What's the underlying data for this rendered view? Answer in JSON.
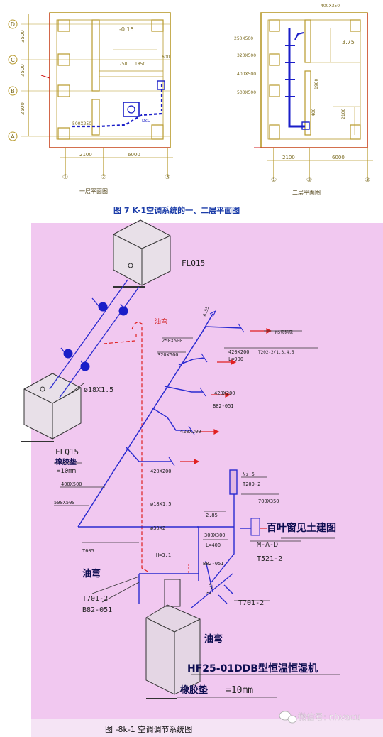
{
  "top": {
    "caption": "图 7 K-1空调系统的一、二层平面图",
    "plan1": {
      "title": "一层平面图",
      "row_labels": [
        "D",
        "C",
        "B",
        "A"
      ],
      "row_dims": [
        "3500",
        "3500",
        "2500"
      ],
      "col_labels": [
        "①",
        "②",
        "③"
      ],
      "col_dims": [
        "2100",
        "6000"
      ],
      "level": "-0.15",
      "dims": [
        "750",
        "1850",
        "600"
      ],
      "unit": "500X250",
      "tag": "DcL"
    },
    "plan2": {
      "title": "二层平面图",
      "col_labels": [
        "①",
        "②",
        "③"
      ],
      "col_dims": [
        "2100",
        "6000"
      ],
      "level": "3.75",
      "ducts": [
        "400X350",
        "250X500",
        "320X500",
        "400X500",
        "500X500"
      ],
      "dims": [
        "1900",
        "2100",
        "400"
      ]
    }
  },
  "bottom": {
    "labels": {
      "flq15_top": "FLQ15",
      "flq15_bottom": "FLQ15",
      "rubber_pad": "橡胶垫",
      "rubber_pad_val": "=10mm",
      "pipe": "ø18X1.5",
      "oil_bend_1": "油弯",
      "level_top": "6.55",
      "duct_250x500": "250X500",
      "duct_320x500": "320X500",
      "duct_400x500": "400X500",
      "duct_500x500": "500X500",
      "branch_420x200_a": "420X200",
      "branch_420x200_a_len": "L=900",
      "branch_code_a": "T202-2/1,3,4,5",
      "branch_ns": "N5页码见",
      "branch_420x200_b": "420X200",
      "code_b82_top": "B82-051",
      "branch_420x200_c": "420X200",
      "branch_420x200_d": "420X200",
      "pipe_18": "ø18X1.5",
      "pipe_30": "ø30X2",
      "t605": "T605",
      "h_val": "H=3.1",
      "oil_bend_2": "油弯",
      "t701_left": "T701-2",
      "b82_left": "B82-051",
      "level_285": "2.85",
      "duct_300x300": "300X300",
      "duct_300_len": "L=400",
      "b82_mid": "B82-051",
      "t701_right": "T701-2",
      "oil_bend_3": "油弯",
      "ns_label": "N₂ 5",
      "t209": "T209-2",
      "duct_700x350": "700X350",
      "louver": "百叶窗见土建图",
      "mad": "M-A-D",
      "t521": "T521-2",
      "level_125": "1.25",
      "unit_name": "HF25-01DDB型恒温恒湿机",
      "rubber_pad_2": "橡胶垫",
      "rubber_pad_2_val": "=10mm"
    },
    "caption": "图  -8k-1        空调调节系统图",
    "watermark": "微信号: nhvacu"
  },
  "colors": {
    "plan_line": "#b89a2b",
    "plan_text": "#7a6a1f",
    "plan_red": "#d21e1e",
    "duct_blue": "#1a1ec8",
    "caption_blue": "#1b3ca8",
    "diagram_bg": "#f1c8f0",
    "diagram_line": "#2a2ad0",
    "dark_line": "#222",
    "dashed_red": "#e02020",
    "arrow_red": "#e02020"
  }
}
